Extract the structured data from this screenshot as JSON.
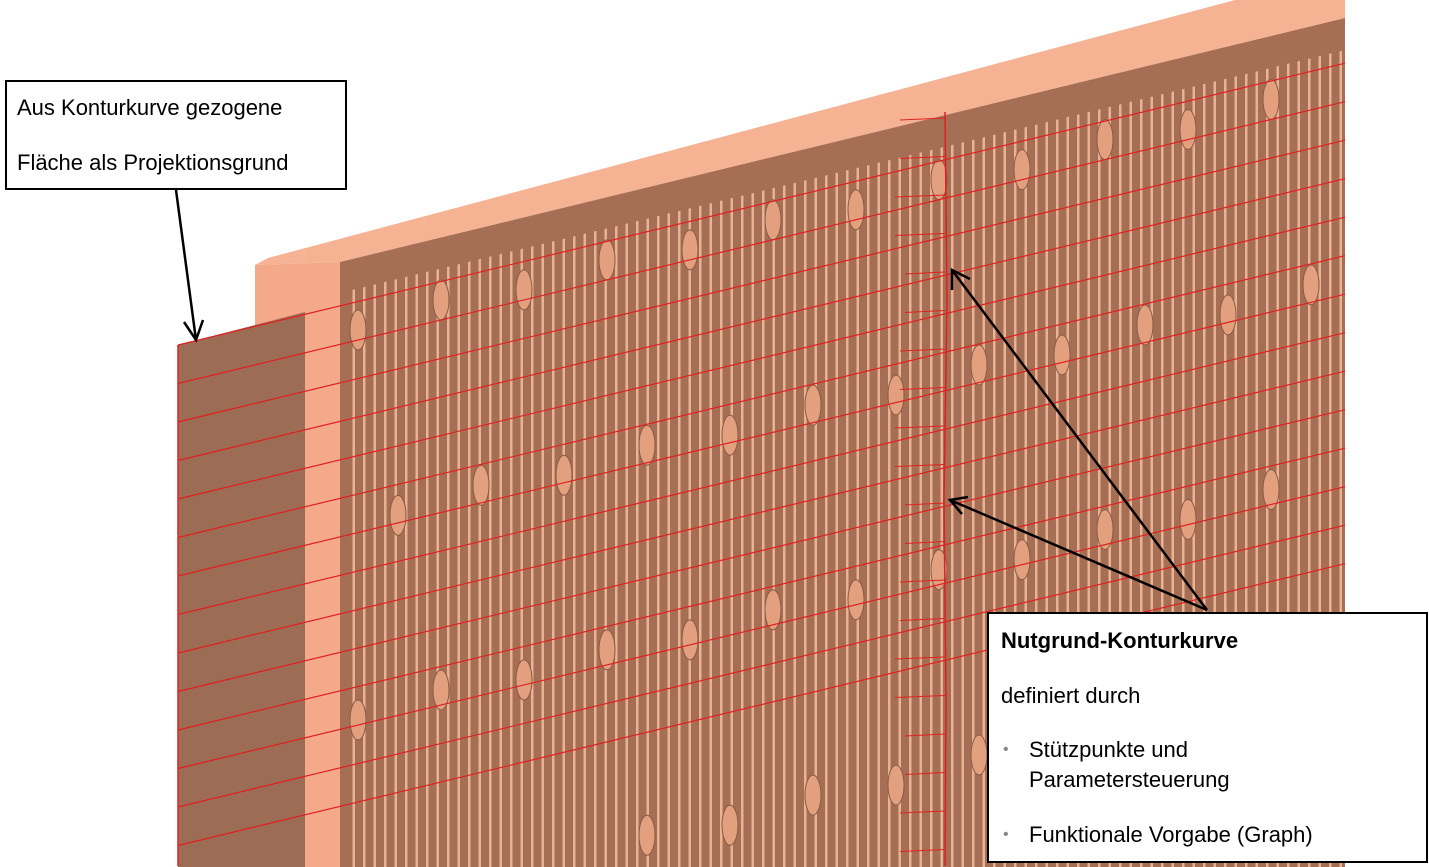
{
  "callout_left": {
    "lines": [
      "Aus Konturkurve gezogene",
      "Fläche als Projektionsgrund"
    ]
  },
  "callout_right": {
    "title": "Nutgrund-Konturkurve",
    "subtitle": "definiert durch",
    "bullets": [
      "Stützpunkte und Parametersteuerung",
      "Funktionale Vorgabe (Graph)"
    ]
  },
  "colors": {
    "face": "#a66f55",
    "slab": "#f3a98a",
    "groove": "#e8b392",
    "curve": "#e02020",
    "block": "#9d6c55"
  }
}
